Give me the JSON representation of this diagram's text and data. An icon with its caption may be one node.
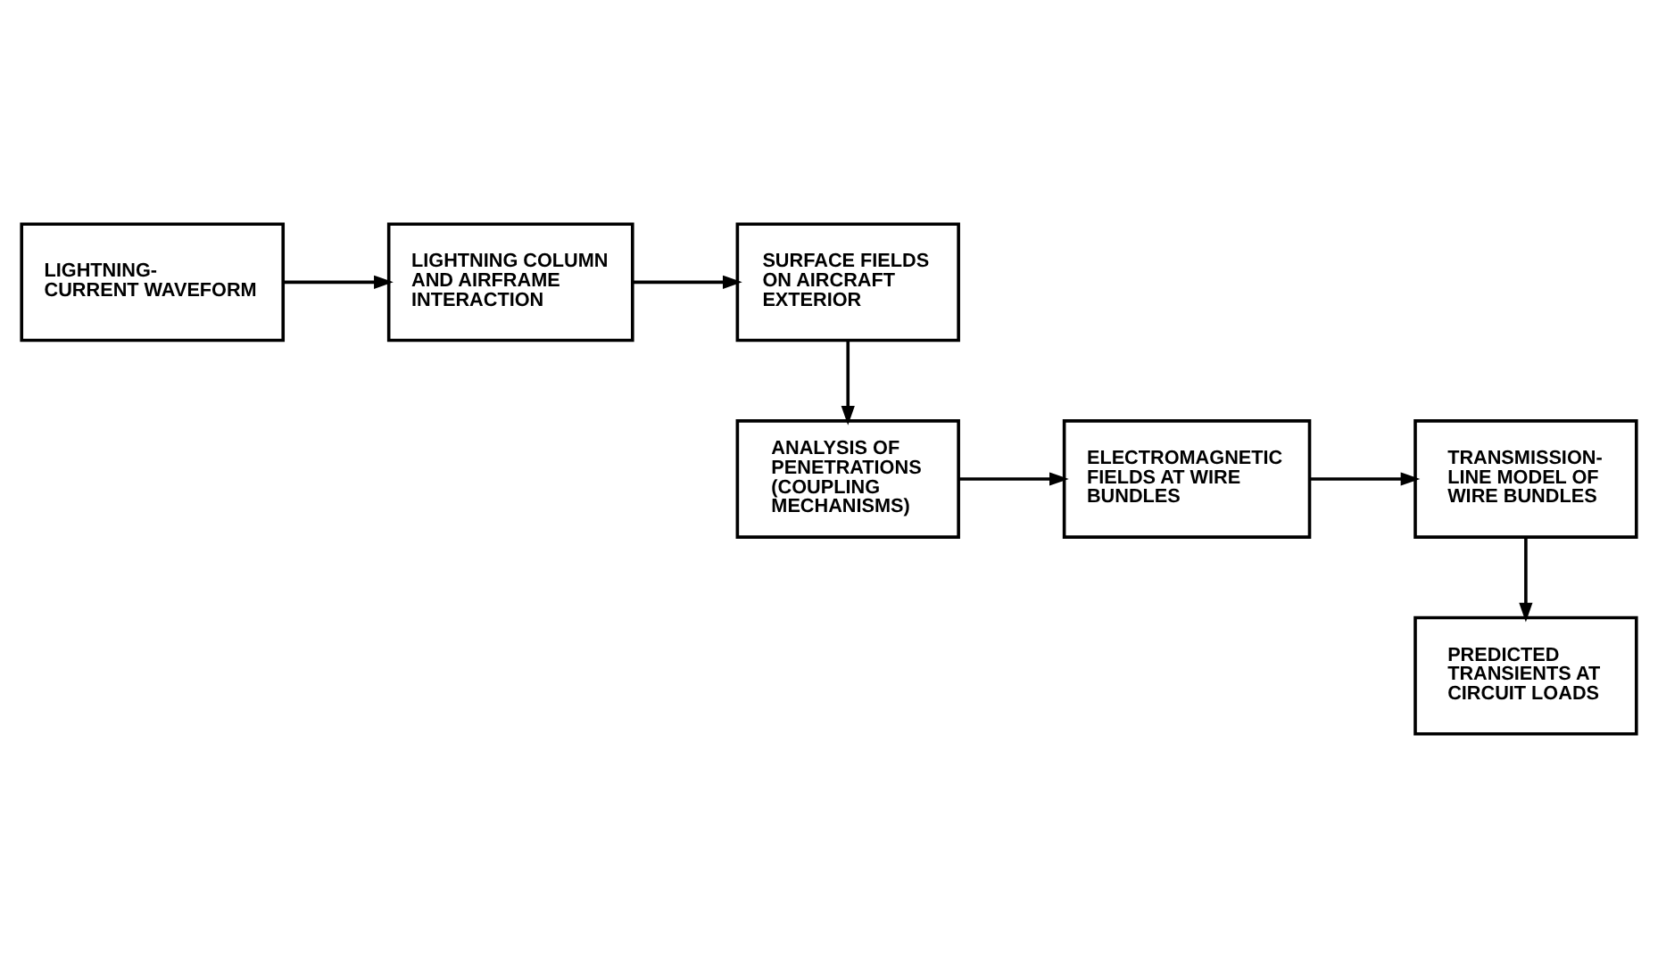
{
  "diagram": {
    "nodes": [
      {
        "text": [
          "LIGHTNING-CURRENT WAVEFORM"
        ]
      },
      {
        "text": [
          "LIGHTNING COLUMN AND AIRFRAME INTERACTION"
        ]
      },
      {
        "text": [
          "SURFACE FIELDS ON AIRCRAFT EXTERIOR"
        ]
      },
      {
        "text": [
          "ANALYSIS OF PENETRATIONS (COUPLING MECHANISMS)"
        ]
      },
      {
        "text": [
          "ELECTROMAGNETIC FIELDS AT WIRE BUNDLES"
        ]
      },
      {
        "text": [
          "TRANSMISSION-LINE MODEL OF WIRE BUNDLES"
        ]
      },
      {
        "text": [
          "PREDICTED TRANSIENTS AT CIRCUIT LOADS"
        ]
      }
    ],
    "edges": [
      {
        "from": 0,
        "to": 1,
        "arrow": "to"
      },
      {
        "from": 1,
        "to": 2,
        "arrow": "to"
      },
      {
        "from": 2,
        "to": 3,
        "arrow": "to"
      },
      {
        "from": 3,
        "to": 4,
        "arrow": "to"
      },
      {
        "from": 4,
        "to": 5,
        "arrow": "to"
      },
      {
        "from": 5,
        "to": 6,
        "arrow": "to"
      }
    ]
  }
}
